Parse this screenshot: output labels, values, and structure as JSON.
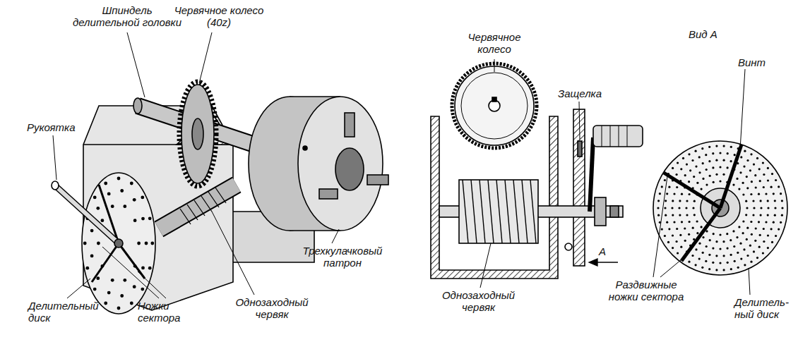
{
  "diagram": {
    "labels": [
      "Шпиндель делительной головки",
      "Червячное колесо (40z)",
      "Рукоятка",
      "Трехкулачковый патрон",
      "Делительный диск",
      "Ножки сектора",
      "Однозаходный червяк",
      "Червячное колесо",
      "Защелка",
      "Вид А",
      "Винт",
      "А",
      "Однозаходный червяк",
      "Раздвижные ножки сектора",
      "Делитель- ный диск"
    ]
  }
}
